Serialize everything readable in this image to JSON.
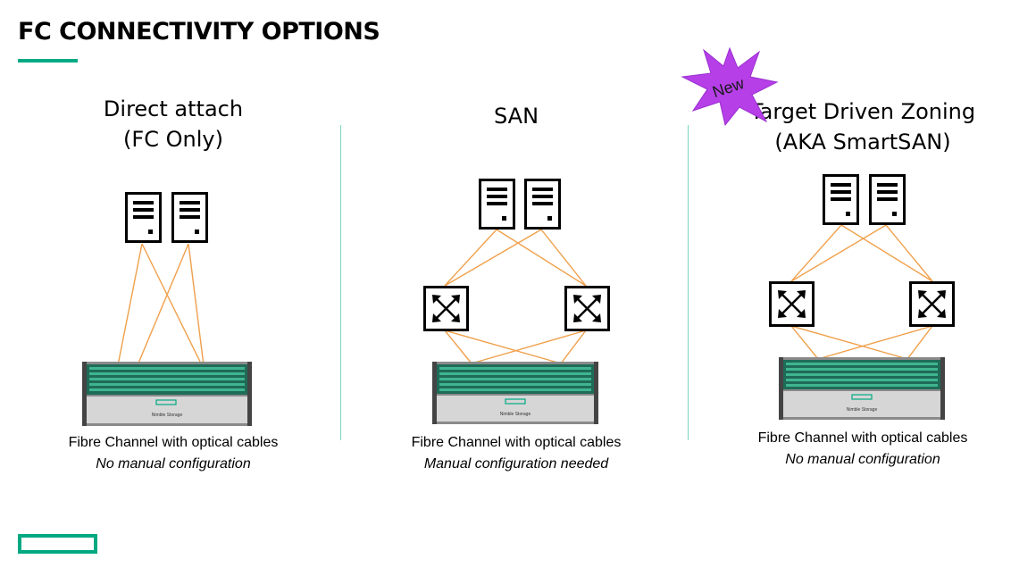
{
  "slide": {
    "title": "FC CONNECTIVITY OPTIONS",
    "accent_color": "#01a982",
    "cable_color": "#f0a04b"
  },
  "columns": [
    {
      "heading_line1": "Direct attach",
      "heading_line2": "(FC Only)",
      "caption": "Fibre Channel with optical cables",
      "subcaption": "No manual configuration",
      "array_label": "Nimble Storage"
    },
    {
      "heading_line1": "SAN",
      "heading_line2": "",
      "caption": "Fibre Channel with optical cables",
      "subcaption": "Manual configuration needed",
      "array_label": "Nimble Storage"
    },
    {
      "heading_line1": "Target Driven Zoning",
      "heading_line2": "(AKA SmartSAN)",
      "caption": "Fibre Channel with optical cables",
      "subcaption": "No manual configuration",
      "array_label": "Nimble Storage"
    }
  ],
  "badge": {
    "label": "New",
    "color": "#b63fe8"
  },
  "icons": {
    "server": "server-icon",
    "switch": "fc-switch-icon",
    "array": "storage-array-icon",
    "logo": "hpe-logo-icon"
  }
}
